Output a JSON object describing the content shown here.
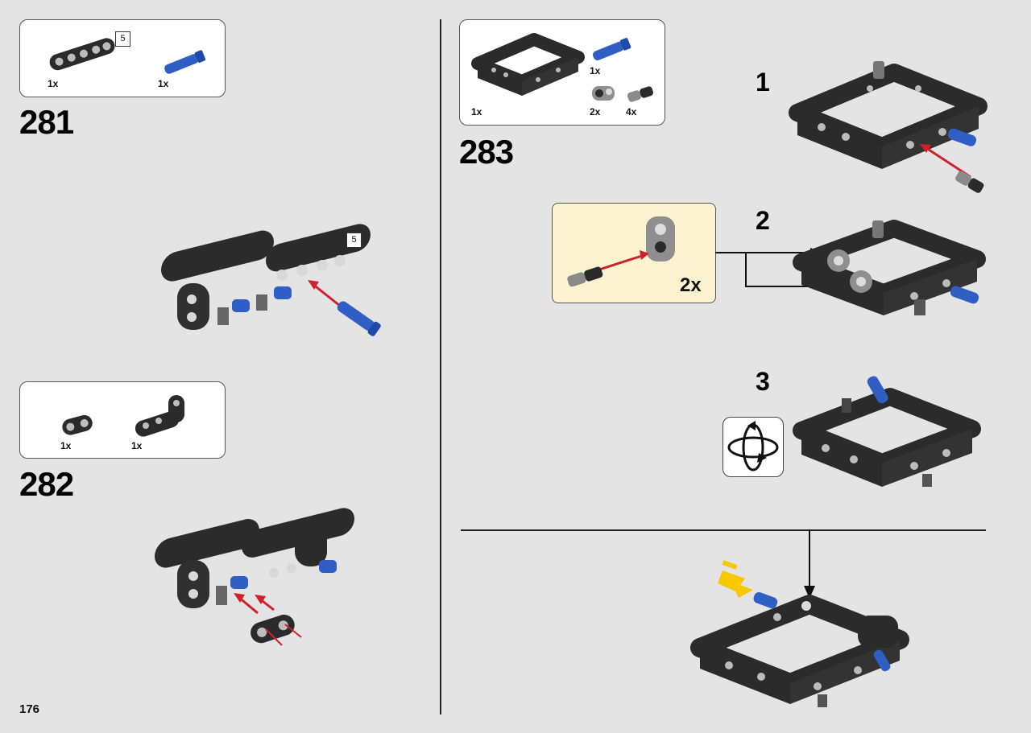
{
  "page": {
    "number": "176",
    "background": "#e4e4e4"
  },
  "colors": {
    "black_part": "#2b2b2b",
    "gray_part": "#9a9a9a",
    "blue_pin": "#2f5fc4",
    "arrow_red": "#d0202a",
    "callout_bg": "#fbf3d0",
    "push_yellow": "#f5c800"
  },
  "steps": [
    {
      "number": "281",
      "parts": [
        {
          "name": "beam-5",
          "qty": "1x",
          "length_badge": "5",
          "color": "black"
        },
        {
          "name": "axle-pin",
          "qty": "1x",
          "color": "blue"
        }
      ],
      "build_badge": "5"
    },
    {
      "number": "282",
      "parts": [
        {
          "name": "beam-2",
          "qty": "1x",
          "color": "black"
        },
        {
          "name": "angular-beam",
          "qty": "1x",
          "color": "black"
        }
      ]
    },
    {
      "number": "283",
      "parts": [
        {
          "name": "frame",
          "qty": "1x",
          "color": "black"
        },
        {
          "name": "axle-pin",
          "qty": "1x",
          "color": "blue"
        },
        {
          "name": "pin-connector",
          "qty": "2x",
          "color": "gray"
        },
        {
          "name": "friction-pin",
          "qty": "4x",
          "color": "black"
        }
      ],
      "substeps": [
        {
          "number": "1"
        },
        {
          "number": "2",
          "callout_qty": "2x"
        },
        {
          "number": "3",
          "icon": "rotate-model-icon"
        }
      ]
    }
  ]
}
